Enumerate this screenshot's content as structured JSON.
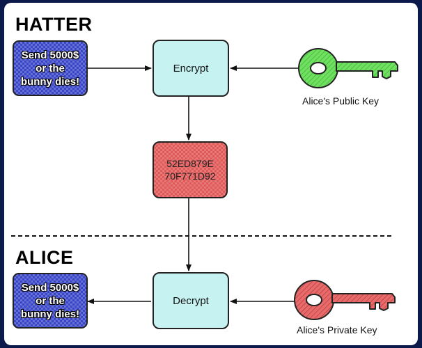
{
  "sections": {
    "top_title": "HATTER",
    "bottom_title": "ALICE"
  },
  "nodes": {
    "plaintext_top": "Send 5000$\nor the\nbunny dies!",
    "encrypt": "Encrypt",
    "ciphertext": "52ED879E\n70F771D92",
    "decrypt": "Decrypt",
    "plaintext_bottom": "Send 5000$\nor the\nbunny dies!"
  },
  "keys": {
    "public": {
      "label": "Alice's Public Key",
      "icon": "key-icon",
      "color": "#66e05a"
    },
    "private": {
      "label": "Alice's Private Key",
      "icon": "key-icon",
      "color": "#e06060"
    }
  },
  "colors": {
    "background": "#0b1a4a",
    "process_fill": "#c6f2f2",
    "message_fill": "#3a46c8",
    "cipher_fill": "#e05a5a"
  }
}
